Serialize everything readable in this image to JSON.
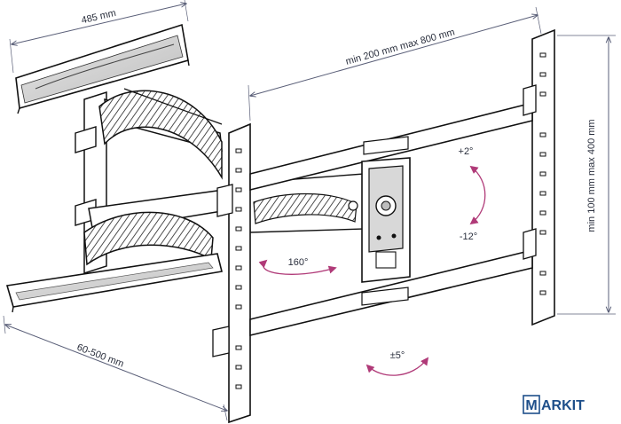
{
  "dimensions": {
    "plate_width": "485 mm",
    "tv_width_range": "min 200 mm max 800 mm",
    "tv_height_range": "min 100 mm max 400 mm",
    "arm_extension": "60-500 mm"
  },
  "angles": {
    "tilt_up": "+2°",
    "tilt_down": "-12°",
    "swivel": "160°",
    "level": "±5°"
  },
  "logo": {
    "initial": "M",
    "text": "ARKIT"
  },
  "colors": {
    "dimension_line": "#5a5f78",
    "angle_arrow": "#b03a78",
    "outline": "#111111",
    "logo": "#1e4f8a"
  }
}
